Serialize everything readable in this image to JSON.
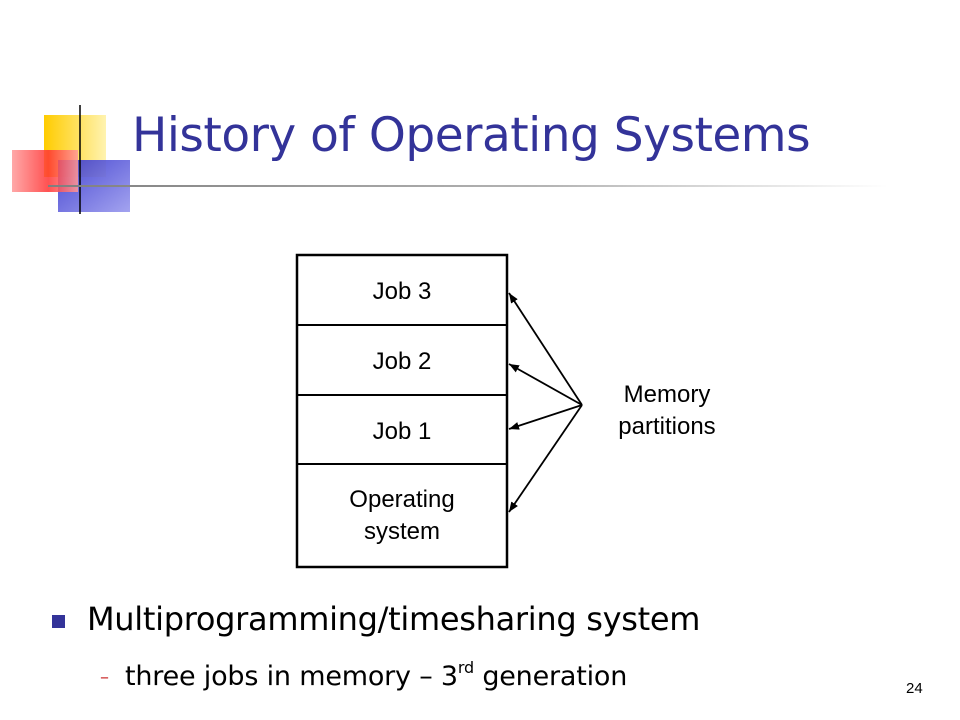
{
  "slide": {
    "title": "History of Operating Systems",
    "page_number": "24",
    "colors": {
      "title": "#333399",
      "bullet": "#333399",
      "sub_bullet": "#cc3333",
      "deco_yellow": "#ffcc00",
      "deco_blue": "#3333cc",
      "deco_red": "#ff3333"
    }
  },
  "diagram": {
    "partitions": [
      {
        "line1": "Job 3",
        "line2": ""
      },
      {
        "line1": "Job 2",
        "line2": ""
      },
      {
        "line1": "Job 1",
        "line2": ""
      },
      {
        "line1": "Operating",
        "line2": "system"
      }
    ],
    "label_line1": "Memory",
    "label_line2": "partitions"
  },
  "bullets": [
    {
      "text": "Multiprogramming/timesharing system",
      "sub": {
        "before": "three jobs in memory – 3",
        "sup": "rd",
        "after": " generation"
      }
    }
  ]
}
